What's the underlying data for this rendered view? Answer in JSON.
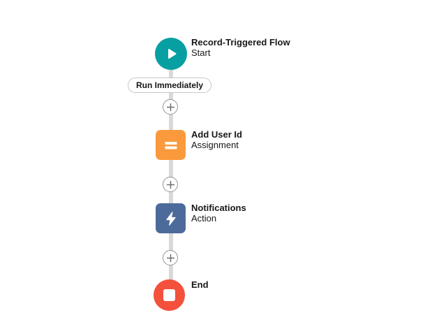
{
  "flow": {
    "connector_color": "#d9d9d9",
    "trigger_badge": {
      "label": "Run Immediately"
    },
    "nodes": {
      "start": {
        "title": "Record-Triggered Flow",
        "subtitle": "Start",
        "color": "#089fa3",
        "icon": "play-icon",
        "shape": "circle"
      },
      "assignment": {
        "title": "Add User Id",
        "subtitle": "Assignment",
        "color": "#fb9a3c",
        "icon": "equals-icon",
        "shape": "square"
      },
      "action": {
        "title": "Notifications",
        "subtitle": "Action",
        "color": "#4d6b9a",
        "icon": "lightning-icon",
        "shape": "square"
      },
      "end": {
        "title": "End",
        "color": "#f4513c",
        "icon": "stop-icon",
        "shape": "circle"
      }
    },
    "add_element_button": {
      "tooltip_glyph": "+",
      "count": 3
    }
  }
}
